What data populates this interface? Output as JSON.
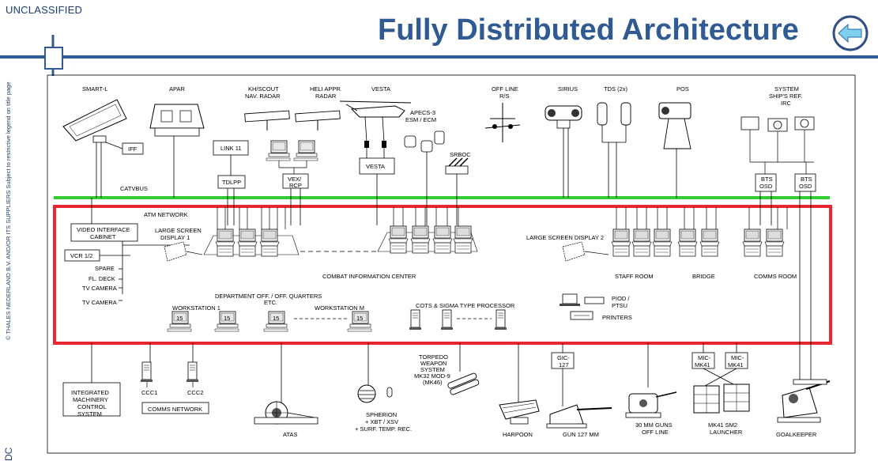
{
  "header": {
    "classification": "UNCLASSIFIED",
    "title": "Fully Distributed Architecture",
    "back_icon": "back-arrow-icon",
    "colors": {
      "title": "#2f5a94",
      "rule": "#2f5a94",
      "green_bus": "#33cc33",
      "red_network": "#e8262f"
    }
  },
  "side_notes": {
    "copyright": "© THALES NEDERLAND B.V. AND/OR ITS SUPPLIERS   Subject to restrictive legend on title page",
    "corner": "DC"
  },
  "sensors": {
    "smart_l": "SMART-L",
    "apar": "APAR",
    "iff": "IFF",
    "khiscout_l1": "KH/SCOUT",
    "khiscout_l2": "NAV. RADAR",
    "heli_l1": "HELI APPR.",
    "heli_l2": "RADAR",
    "vesta": "VESTA",
    "apecs_l1": "APECS-3",
    "apecs_l2": "ESM / ECM",
    "srboc": "SRBOC",
    "offline_l1": "OFF LINE",
    "offline_l2": "R/S",
    "sirius": "SIRIUS",
    "tds": "TDS (2x)",
    "pos": "POS",
    "sysref_l1": "SYSTEM",
    "sysref_l2": "SHIP'S REF.",
    "sysref_l3": "IRC"
  },
  "interfaces": {
    "link11": "LINK 11",
    "tdlpp": "TDLPP",
    "vex_l1": "VEX/",
    "vex_l2": "RCP",
    "vesta_box": "VESTA",
    "bts_l1": "BTS",
    "bts_l2": "OSD"
  },
  "buses": {
    "catv": "CATVBUS",
    "atm": "ATM NETWORK"
  },
  "cic": {
    "vic_l1": "VIDEO INTERFACE",
    "vic_l2": "CABINET",
    "vcr": "VCR 1/2",
    "spare": "SPARE",
    "fl_deck": "FL. DECK",
    "tv1": "TV CAMERA",
    "tv2": "TV CAMERA",
    "lsd1_l1": "LARGE SCREEN",
    "lsd1_l2": "DISPLAY 1",
    "lsd2": "LARGE SCREEN DISPLAY 2",
    "combat_center": "COMBAT INFORMATION CENTER",
    "staff_room": "STAFF ROOM",
    "bridge": "BRIDGE",
    "comms_room": "COMMS ROOM",
    "dept_l1": "DEPARTMENT OFF. / OFF. QUARTERS",
    "dept_l2": "ETC.",
    "ws1": "WORKSTATION 1",
    "wsm": "WORKSTATION M",
    "ws_screen": "15",
    "cots": "COTS & SIGMA TYPE PROCESSOR",
    "piod_l1": "PIOD /",
    "piod_l2": "PTSU",
    "printers": "PRINTERS"
  },
  "lower": {
    "imc_l1": "INTEGRATED",
    "imc_l2": "MACHINERY",
    "imc_l3": "CONTROL",
    "imc_l4": "SYSTEM",
    "ccc1": "CCC1",
    "ccc2": "CCC2",
    "comms_net": "COMMS NETWORK",
    "atas": "ATAS",
    "torpedo_l1": "TORPEDO",
    "torpedo_l2": "WEAPON",
    "torpedo_l3": "SYSTEM",
    "torpedo_l4": "MK32 MOD-9",
    "torpedo_l5": "(MK46)",
    "spherion_l1": "SPHERION",
    "spherion_l2": "+ XBT / XSV",
    "spherion_l3": "+ SURF. TEMP. REC.",
    "harpoon": "HARPOON",
    "gic_l1": "GIC-",
    "gic_l2": "127",
    "gun127": "GUN 127 MM",
    "guns30_l1": "30 MM GUNS",
    "guns30_l2": "OFF LINE",
    "mic_l1": "MIC-",
    "mic_l2": "MK41",
    "mk41_l1": "MK41 SM2",
    "mk41_l2": "LAUNCHER",
    "goalkeeper": "GOALKEEPER"
  }
}
